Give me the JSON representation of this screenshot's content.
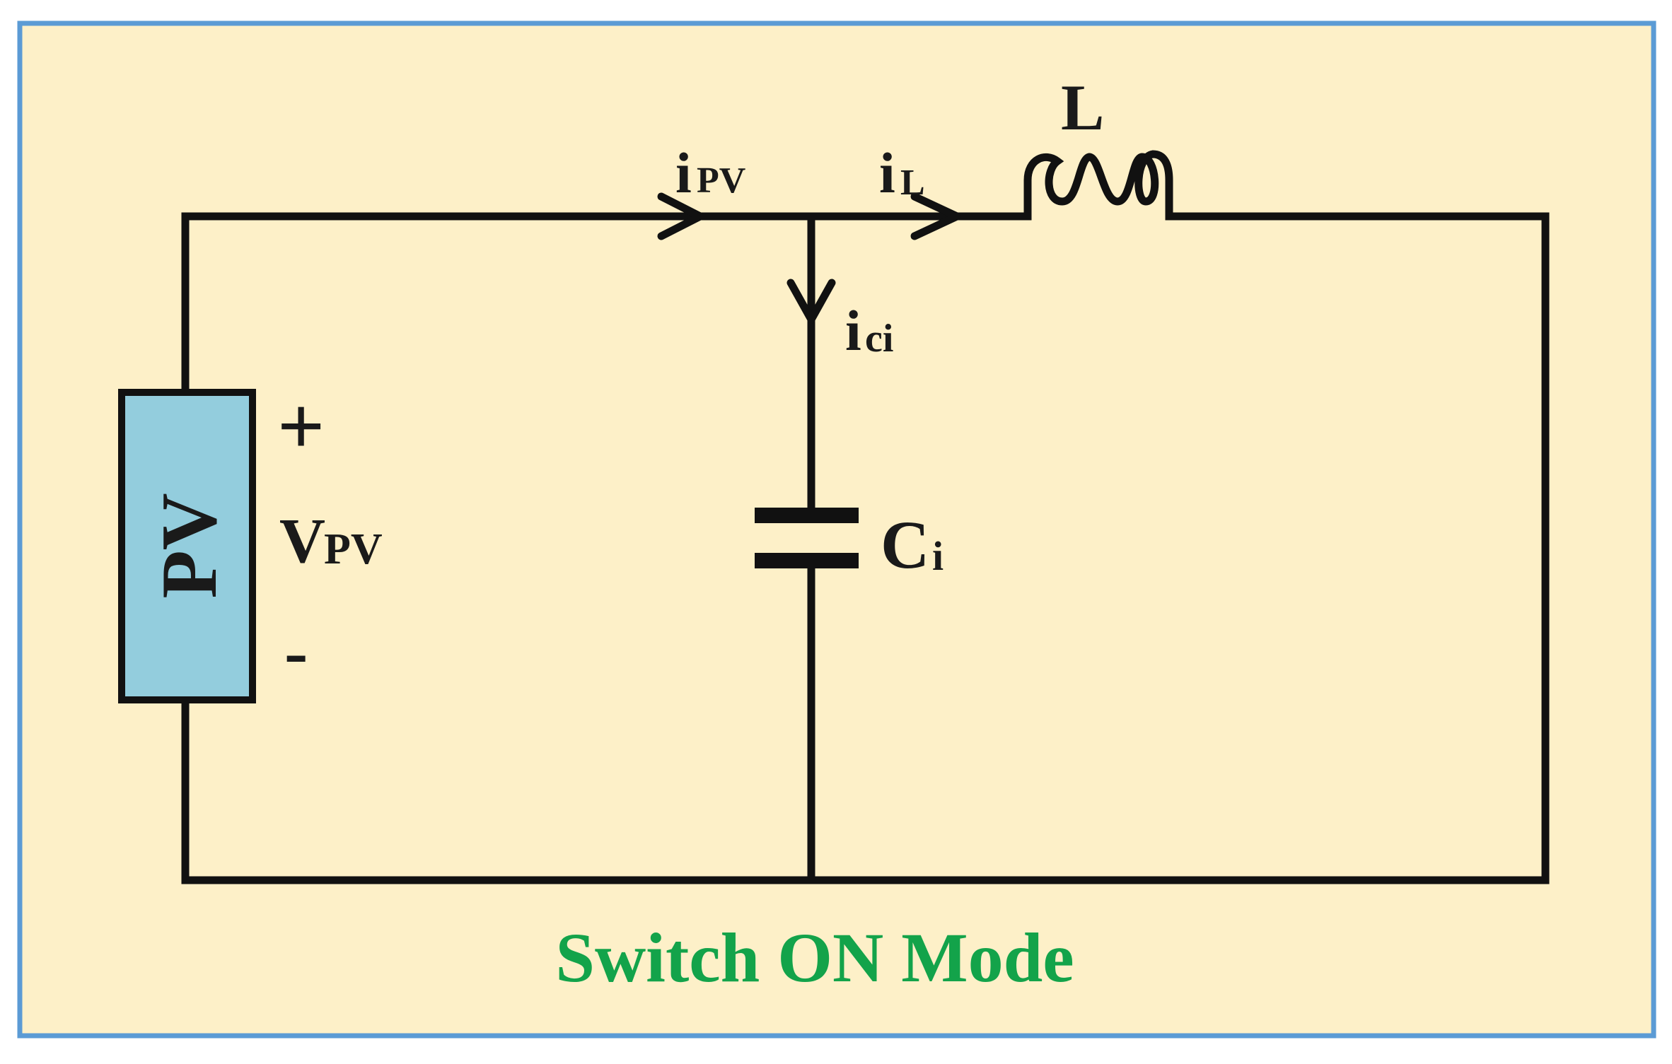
{
  "diagram": {
    "title": "Switch ON Mode",
    "pv_label": "PV",
    "voltage": {
      "main": "V",
      "sub": "PV"
    },
    "plus_sign": "+",
    "minus_sign": "-",
    "current_pv": {
      "main": "i",
      "sub": "PV"
    },
    "current_l": {
      "main": "i",
      "sub": "L"
    },
    "current_ci": {
      "main": "i",
      "sub": "ci"
    },
    "inductor": "L",
    "capacitor": {
      "main": "C",
      "sub": "i"
    }
  },
  "colors": {
    "panel_fill": "#fdf0c8",
    "panel_border": "#5b9bd5",
    "pv_fill": "#93cddd",
    "wire": "#111111",
    "title": "#13a34a"
  }
}
